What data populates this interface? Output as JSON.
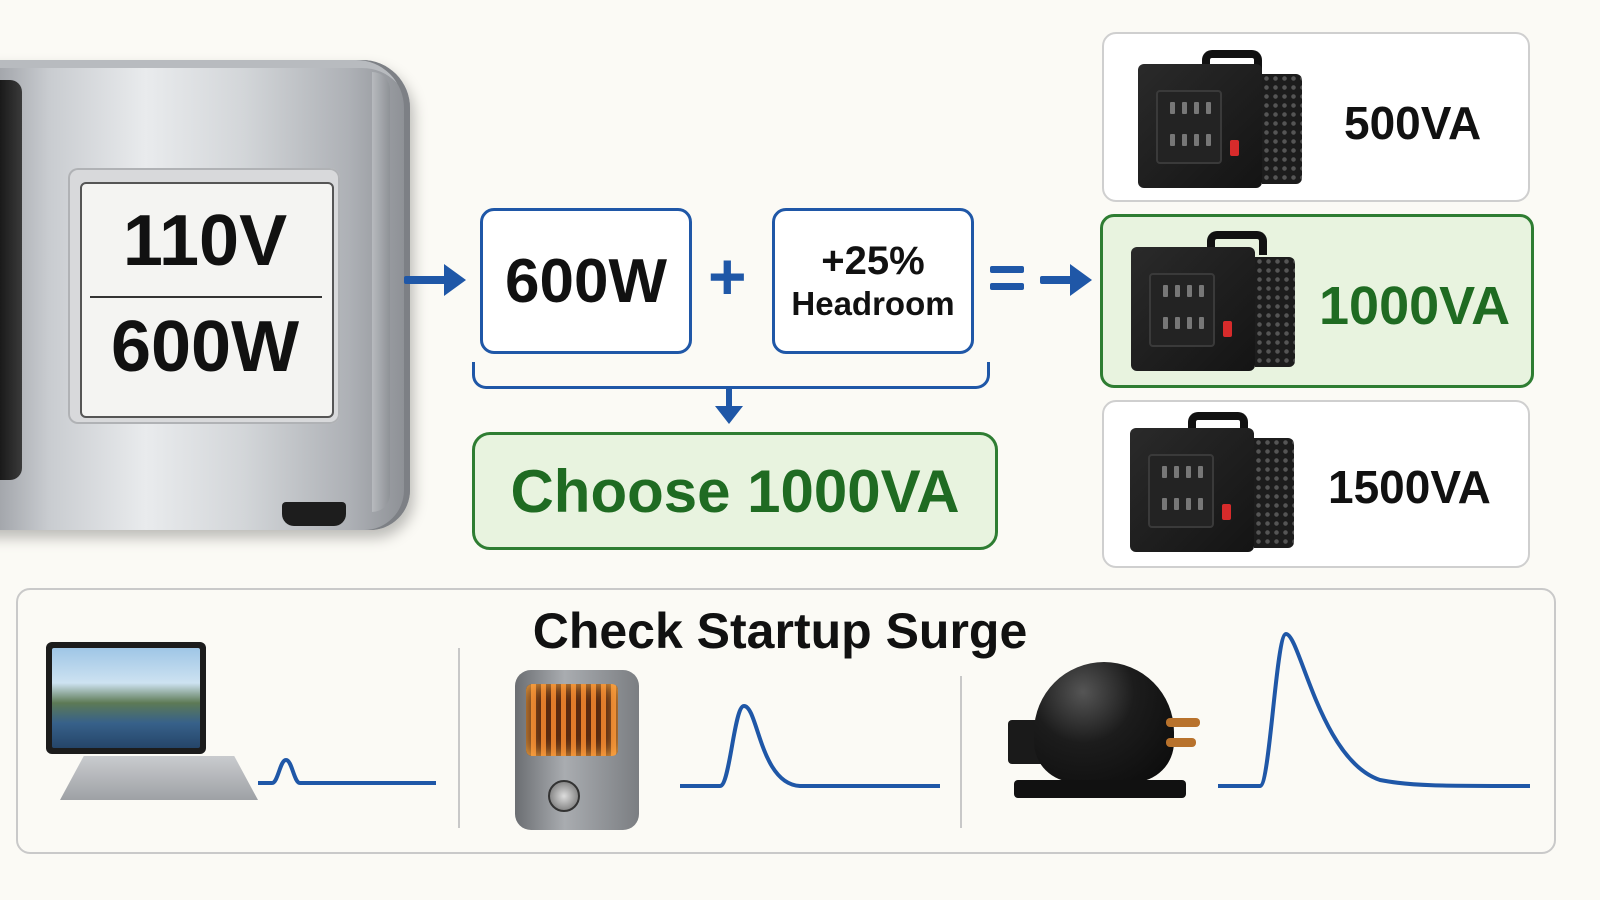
{
  "appliance_label": {
    "voltage": "110V",
    "watts": "600W"
  },
  "calculation": {
    "base_watts": "600W",
    "plus": "+",
    "headroom_pct": "+25%",
    "headroom_word": "Headroom",
    "equals": "=",
    "result": "Choose 1000VA"
  },
  "transformers": [
    {
      "rating": "500VA",
      "selected": false
    },
    {
      "rating": "1000VA",
      "selected": true
    },
    {
      "rating": "1500VA",
      "selected": false
    }
  ],
  "surge_panel": {
    "title": "Check Startup Surge",
    "devices": [
      {
        "icon": "laptop-icon",
        "surge_level": "small"
      },
      {
        "icon": "space-heater-icon",
        "surge_level": "medium"
      },
      {
        "icon": "compressor-icon",
        "surge_level": "large"
      }
    ]
  },
  "colors": {
    "accent_blue": "#1f57a7",
    "accent_green": "#2e7d32",
    "selected_fill": "#e8f3df",
    "background": "#fbfaf5"
  }
}
